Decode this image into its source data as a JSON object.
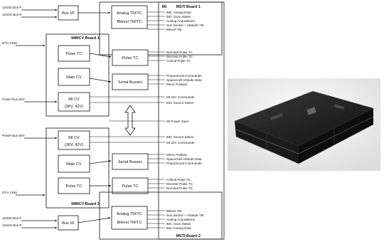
{
  "diagram": {
    "top": {
      "inputs": [
        "12S3S Bus P",
        "12S3S Bus R"
      ],
      "bus_if": "Bus I/F",
      "board_title": "MSTI Board 1",
      "analog": [
        "Analog TM/TC",
        "Bilevel TM/TC"
      ],
      "pulse": "Pulse TC",
      "serial": "Serial Busses"
    },
    "board1": {
      "title": "MMICV Board 1",
      "dtu": "DTU CMU",
      "pulse": "Pulse TC",
      "main": "Main CV",
      "mcv": [
        "MI CV",
        "(36V, 42V)"
      ],
      "power": "Power Bus 50V"
    },
    "board2": {
      "title": "MMICV Board 2",
      "power": "Power Bus 50V",
      "mcv": [
        "MI CV",
        "(36V, 42V)"
      ],
      "main": "Main CV",
      "pulse": "Pulse TC",
      "dtu": "DTU CMU",
      "serial": "Serial Busses",
      "pulse_right": "Pulse TC"
    },
    "bottom": {
      "inputs": [
        "12S3S Bus P",
        "12S3S Bus R"
      ],
      "bus_if": "Bus I/F",
      "board_title": "MSTI Board 2",
      "analog": [
        "Analog TM/TC",
        "Bilevel TM/TC"
      ]
    },
    "mi": {
      "title": "MI",
      "signals_top": [
        "IMC Analog Data",
        "IMC Scan Status",
        "Analog Acquisitions",
        "Sun Sensor + Attitude TM",
        "Bilevel TM"
      ],
      "signals_pulse": [
        "Nominal Pulse TC",
        "Discrete Pulse TC",
        "Critical Pulse TC"
      ],
      "signals_serial": [
        "Proportional Commands",
        "Spacecraft Attitude Data",
        "Mirror Position"
      ],
      "signals_pwr1": [
        "MI 42V Commands",
        "IMC Source Select"
      ],
      "power_input": "MI Power Input",
      "signals_pwr2": [
        "IMC Source Select",
        "MI 42V Commands"
      ],
      "signals_serial2": [
        "Mirror Position",
        "Spacecraft Attitude Data",
        "Proportional Commands"
      ],
      "signals_pulse2": [
        "Critical Pulse TC",
        "Discrete Pulse TC",
        "Nominal Pulse TC"
      ],
      "signals_bottom": [
        "Bilevel TM",
        "Sun Sensor + Attitude TM",
        "Analog Acquisitions",
        "IMC Scan Status",
        "IMC Analog Data"
      ]
    }
  }
}
